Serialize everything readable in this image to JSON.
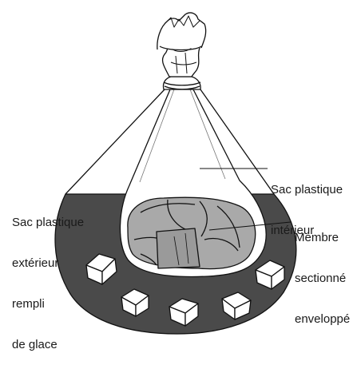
{
  "labels": {
    "inner_bag": [
      "Sac plastique",
      "intérieur"
    ],
    "outer_bag": [
      "Sac plastique",
      "extérieur",
      "rempli",
      "de glace"
    ],
    "limb": [
      "Membre",
      "sectionné",
      "enveloppé"
    ]
  },
  "colors": {
    "ice_fill": "#4a4a4a",
    "ink": "#111111",
    "limb_fill": "#a9a9a9",
    "limb_dark": "#8c8c8c",
    "bag_tie": "#e9e9e9",
    "background": "#ffffff"
  }
}
